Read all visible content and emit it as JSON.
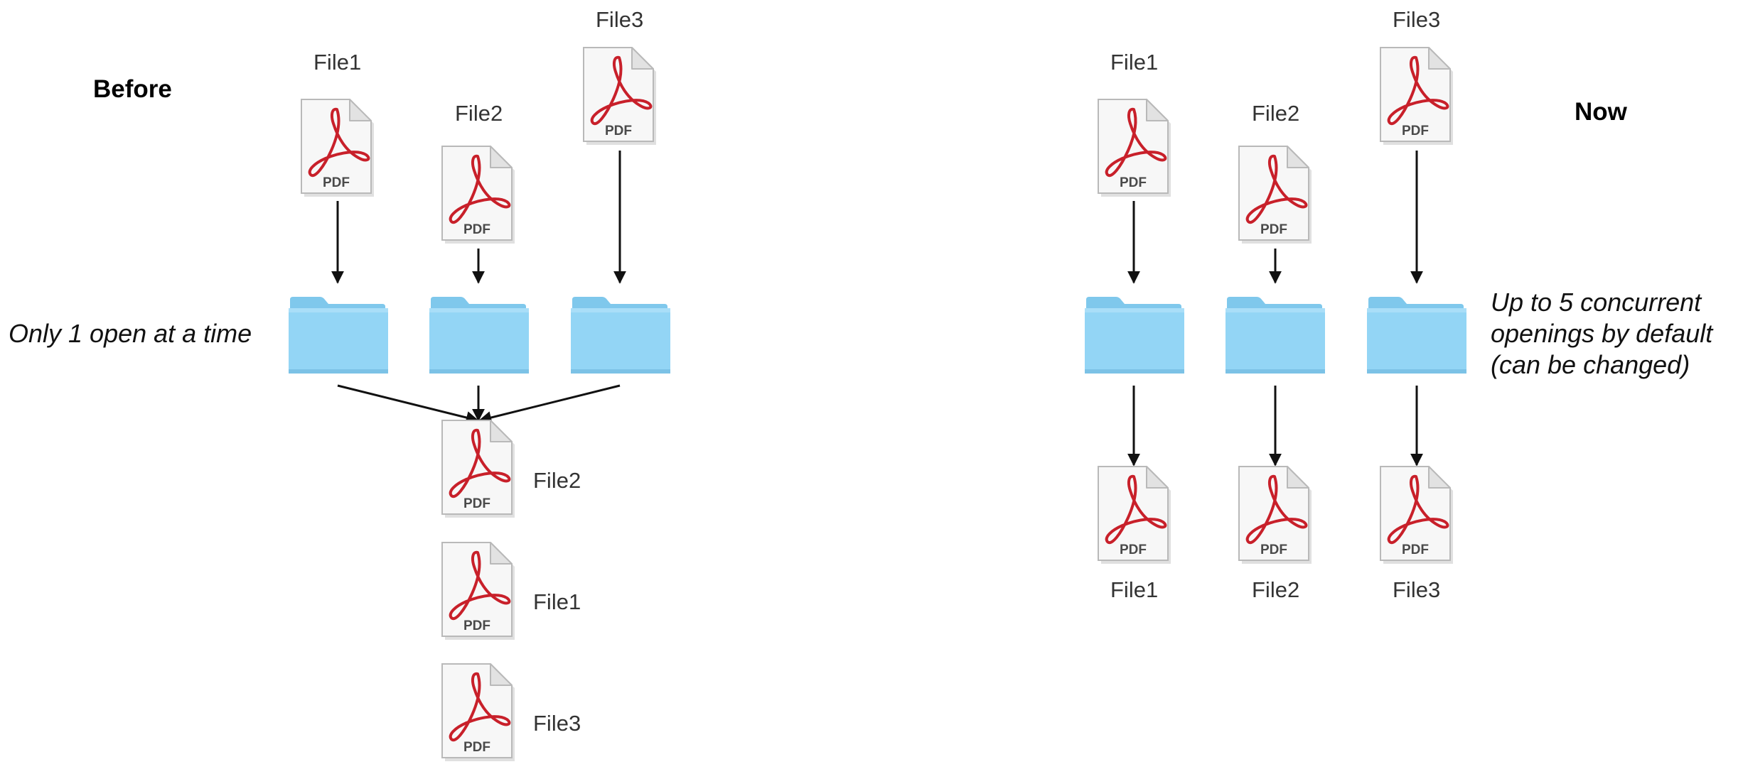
{
  "before": {
    "heading": "Before",
    "note": "Only 1 open at a time",
    "top_files": [
      "File1",
      "File2",
      "File3"
    ],
    "output_order": [
      "File2",
      "File1",
      "File3"
    ]
  },
  "now": {
    "heading": "Now",
    "note_lines": [
      "Up to 5 concurrent",
      "openings by default",
      "(can be changed)"
    ],
    "top_files": [
      "File1",
      "File2",
      "File3"
    ],
    "output_files": [
      "File1",
      "File2",
      "File3"
    ]
  },
  "icons": {
    "pdf_badge": "PDF",
    "pdf_icon": "pdf-file-icon",
    "folder_icon": "folder-icon",
    "accent_red": "#c8202a",
    "folder_blue": "#8fd3f4"
  }
}
